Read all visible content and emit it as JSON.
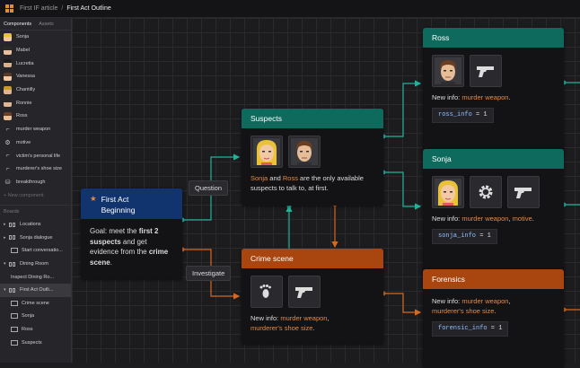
{
  "breadcrumb": {
    "project": "First IF article",
    "separator": "/",
    "board": "First Act Outline"
  },
  "sidebar": {
    "tabs": [
      {
        "label": "Components"
      },
      {
        "label": "Assets"
      }
    ],
    "components": [
      {
        "label": "Sonja",
        "icon": "avatar-sonja"
      },
      {
        "label": "Mabel",
        "icon": "avatar-mabel"
      },
      {
        "label": "Lucretia",
        "icon": "avatar-lucretia"
      },
      {
        "label": "Vanessa",
        "icon": "avatar-vanessa"
      },
      {
        "label": "Chantilly",
        "icon": "avatar-chantilly"
      },
      {
        "label": "Ronnie",
        "icon": "avatar-ronnie"
      },
      {
        "label": "Ross",
        "icon": "avatar-ross"
      },
      {
        "label": "murder weapon",
        "icon": "gun-icon"
      },
      {
        "label": "motive",
        "icon": "gear-icon"
      },
      {
        "label": "victim's personal life",
        "icon": "gun-icon"
      },
      {
        "label": "murderer's shoe size",
        "icon": "gun-icon"
      },
      {
        "label": "breakthrough",
        "icon": "database-icon"
      }
    ],
    "new_component": "+ New component",
    "boards_header": "Boards",
    "boards": [
      {
        "label": "Locations",
        "caret": "▸",
        "group": true
      },
      {
        "label": "Sonja dialogue",
        "caret": "▸",
        "group": true
      },
      {
        "label": "Start conversatio...",
        "caret": "",
        "group": false
      },
      {
        "label": "Dining Room",
        "caret": "▾",
        "group": true
      },
      {
        "label": "Inspect Dining Ro...",
        "caret": "",
        "group": false
      },
      {
        "label": "First Act Outli...",
        "caret": "▾",
        "group": true
      },
      {
        "label": "Crime scene",
        "caret": "",
        "group": false
      },
      {
        "label": "Sonja",
        "caret": "",
        "group": false
      },
      {
        "label": "Ross",
        "caret": "",
        "group": false
      },
      {
        "label": "Suspects",
        "caret": "",
        "group": false
      }
    ]
  },
  "nodes": {
    "first_act": {
      "title_line1": "First Act",
      "title_line2": "Beginning",
      "star": "★",
      "body_1": "Goal: meet the ",
      "body_bold_1": "first 2 suspects",
      "body_2": " and get evidence from the ",
      "body_bold_2": "crime scene",
      "body_3": "."
    },
    "suspects": {
      "title": "Suspects",
      "name_1": "Sonja",
      "and": " and ",
      "name_2": "Ross",
      "body": " are the only available suspects to talk to, at first."
    },
    "crime_scene": {
      "title": "Crime scene",
      "prefix": "New info: ",
      "item_1": "murder weapon",
      "comma": ",",
      "item_2": "murderer's shoe size",
      "dot": "."
    },
    "ross": {
      "title": "Ross",
      "prefix": "New info: ",
      "item_1": "murder weapon",
      "dot": ".",
      "var": "ross_info",
      "op": " = ",
      "val": "1"
    },
    "sonja": {
      "title": "Sonja",
      "prefix": "New info: ",
      "item_1": "murder weapon",
      "comma": ", ",
      "item_2": "motive",
      "dot": ".",
      "var": "sonja_info",
      "op": " = ",
      "val": "1"
    },
    "forensics": {
      "title": "Forensics",
      "prefix": "New info: ",
      "item_1": "murder weapon",
      "comma": ",",
      "item_2": "murderer's shoe size",
      "dot": ".",
      "var": "forensic_info",
      "op": " = ",
      "val": "1"
    }
  },
  "pills": {
    "question": "Question",
    "investigate": "Investigate"
  },
  "colors": {
    "teal": "#0f6a5e",
    "orange": "#a9460f",
    "blue": "#11346e",
    "accent": "#e58a3e",
    "wire_teal": "#1fb39a",
    "wire_orange": "#d4691f"
  }
}
